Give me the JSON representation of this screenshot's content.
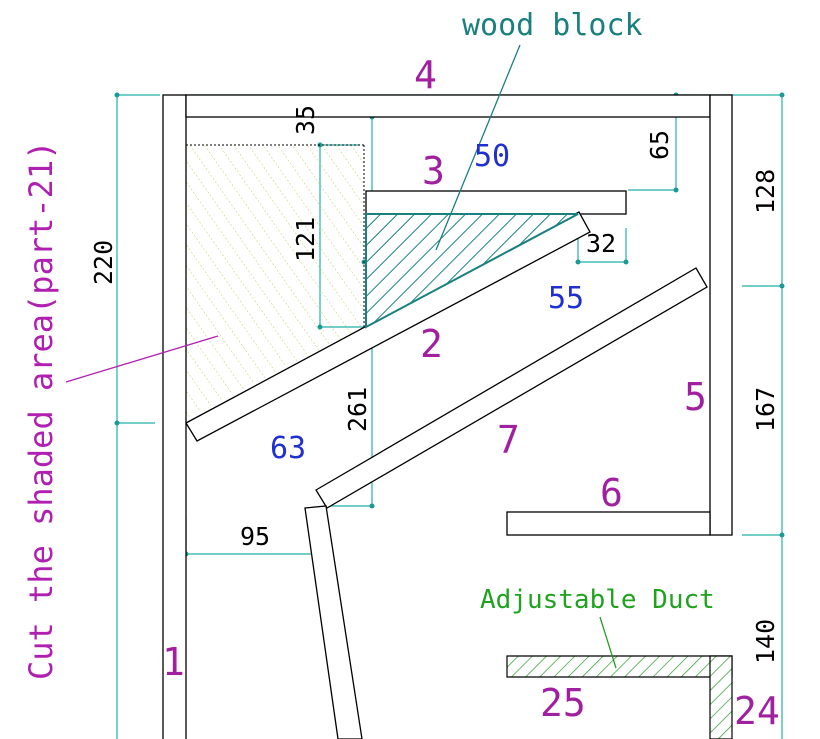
{
  "labels": {
    "wood_block": "wood block",
    "cut_note": "Cut the shaded area(part-21)",
    "adjustable_duct": "Adjustable Duct"
  },
  "parts": {
    "p1": "1",
    "p2": "2",
    "p3": "3",
    "p4": "4",
    "p5": "5",
    "p6": "6",
    "p7": "7",
    "p24": "24",
    "p25": "25"
  },
  "dimensions": {
    "d35": "35",
    "d50": "50",
    "d65": "65",
    "d128": "128",
    "d121": "121",
    "d32": "32",
    "d220": "220",
    "d55": "55",
    "d261": "261",
    "d63": "63",
    "d167": "167",
    "d95": "95",
    "d140": "140"
  },
  "colors": {
    "parts": "#a020a0",
    "dimension_blue": "#1f2fd0",
    "dimension_line": "#22b0a8",
    "wood_block": "#1a7f7f",
    "duct_hatch": "#2a9a2a",
    "shaded_hatch": "#c8c860"
  }
}
